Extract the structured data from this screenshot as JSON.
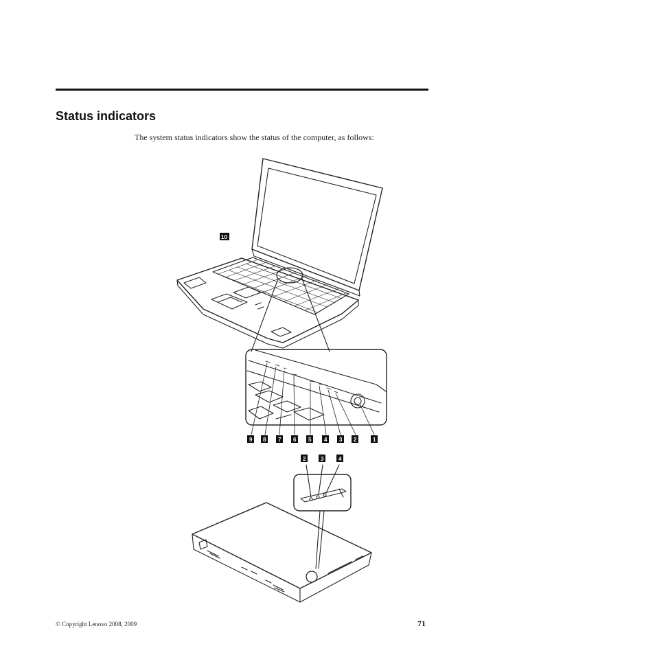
{
  "section": {
    "title": "Status indicators",
    "intro": "The system status indicators show the status of the computer, as follows:"
  },
  "figure": {
    "open_laptop_callout": "10",
    "panel_callouts": [
      "9",
      "8",
      "7",
      "6",
      "5",
      "4",
      "3",
      "2",
      "1"
    ],
    "lid_callouts": [
      "2",
      "3",
      "4"
    ]
  },
  "footer": {
    "copyright": "© Copyright Lenovo 2008, 2009",
    "page_number": "71"
  }
}
